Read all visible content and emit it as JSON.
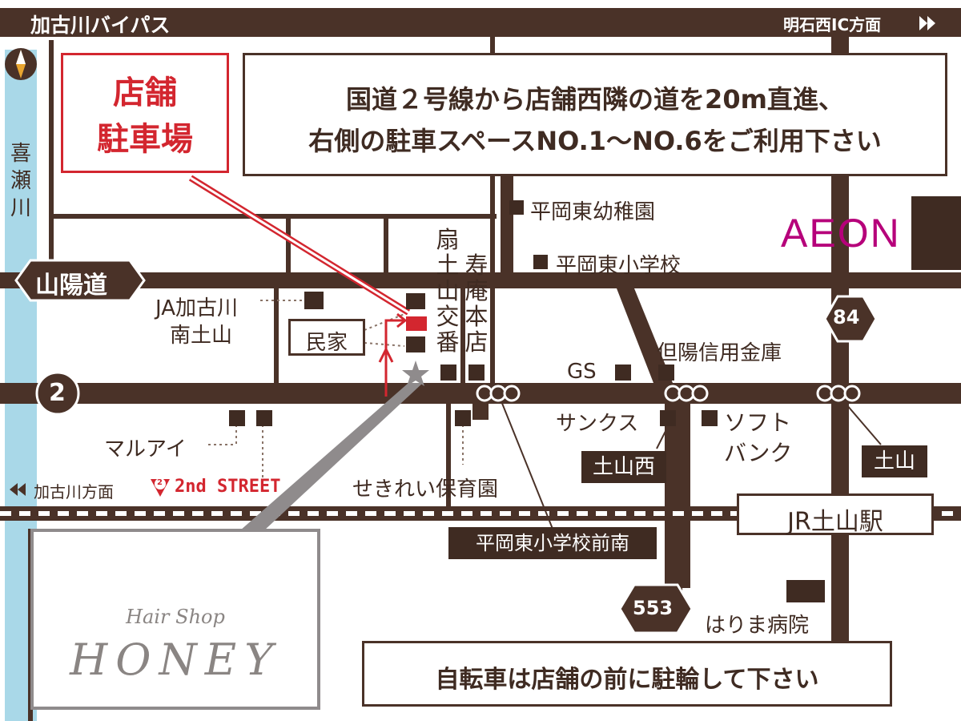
{
  "colors": {
    "road": "#4a3228",
    "river": "#a9d8e8",
    "accent": "#d3262f",
    "aeon": "#b6007a",
    "honey_text": "#8a8583",
    "box_border": "#4a3228"
  },
  "roads": {
    "bypass": "加古川バイパス",
    "bypass_direction": "明石西IC方面",
    "sanyodo": "山陽道",
    "route2": "2",
    "route84": "84",
    "route553": "553",
    "to_kakogawa": "加古川方面",
    "river": "喜瀬川"
  },
  "parking": {
    "line1": "店舗",
    "line2": "駐車場"
  },
  "instructions": {
    "line1": "国道２号線から店舗西隣の道を20m直進、",
    "line2": "右側の駐車スペースNO.1～NO.6をご利用下さい"
  },
  "bicycle_note": "自転車は店舗の前に駐輪して下さい",
  "landmarks": {
    "ja": "JA加古川",
    "ja2": "南土山",
    "minka": "民家",
    "koban_col1": "扇土山交番",
    "koban_col2": "寿庵本店",
    "kindergarten": "平岡東幼稚園",
    "elementary": "平岡東小学校",
    "gs": "GS",
    "tajima": "但陽信用金庫",
    "sunkus": "サンクス",
    "softbank1": "ソフト",
    "softbank2": "バンク",
    "maruai": "マルアイ",
    "second_street": "2nd STREET",
    "second_street_logo": "2",
    "sekirei": "せきれい保育園",
    "harima": "はりま病院",
    "aeon": "AEON"
  },
  "intersections": {
    "tsuchiyama_nishi": "土山西",
    "tsuchiyama": "土山",
    "hiraoka_minami": "平岡東小学校前南"
  },
  "station": "JR土山駅",
  "shop": {
    "line1": "Hair Shop",
    "line2": "HONEY"
  }
}
